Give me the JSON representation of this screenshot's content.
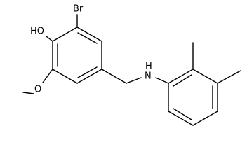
{
  "diagram": {
    "type": "skeletal-structure",
    "labels": {
      "br": "Br",
      "ho": "HO",
      "o": "O",
      "nh": "H\nN"
    },
    "label_parts": {
      "nh_h": "H",
      "nh_n": "N"
    }
  }
}
